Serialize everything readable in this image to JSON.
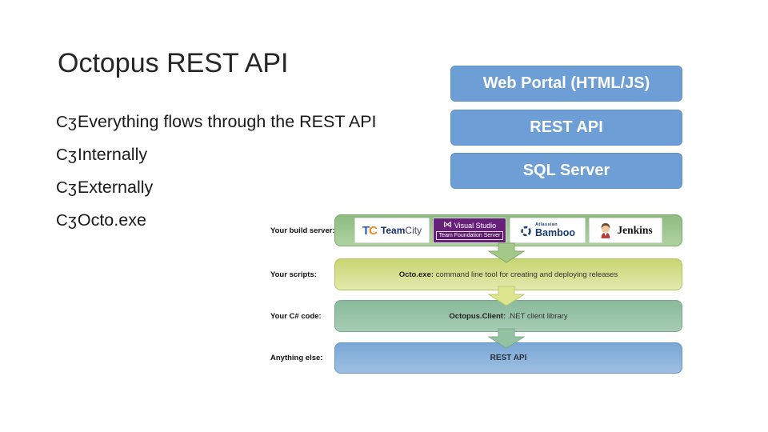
{
  "slide": {
    "title": "Octopus REST API",
    "bullet_glyph": "Cʒ",
    "bullets": [
      "Everything flows through the REST API",
      "Internally",
      "Externally",
      "Octo.exe"
    ]
  },
  "stack": {
    "boxes": [
      {
        "label": "Web Portal (HTML/JS)"
      },
      {
        "label": "REST API"
      },
      {
        "label": "SQL Server"
      }
    ],
    "box_color": "#6d9ed6",
    "text_color": "#ffffff"
  },
  "flow": {
    "rows": [
      {
        "label": "Your build server:"
      },
      {
        "label": "Your scripts:",
        "bold": "Octo.exe:",
        "text": " command line tool for creating and deploying releases"
      },
      {
        "label": "Your C# code:",
        "bold": "Octopus.Client:",
        "text": " .NET client library"
      },
      {
        "label": "Anything else:",
        "bold": "REST API"
      }
    ],
    "logos": {
      "teamcity": {
        "mark_t": "T",
        "mark_c": "C",
        "name_bold": "Team",
        "name_rest": "City"
      },
      "visual_studio": {
        "glyph": "⋈",
        "line1": "Visual Studio",
        "line2": "Team Foundation Server"
      },
      "bamboo": {
        "brand": "Atlassian",
        "name": "Bamboo"
      },
      "jenkins": {
        "name": "Jenkins"
      }
    },
    "colors": {
      "row_build_green": "#9ac48c",
      "row_scripts_yellow": "#d2dd85",
      "row_code_teal": "#93bfa5",
      "row_rest_blue": "#85aed9",
      "arrow_green": "#a3c98a",
      "arrow_yellow": "#dde68f",
      "arrow_teal": "#93c2a3",
      "vs_purple": "#68217a",
      "teamcity_orange": "#ef8a1d",
      "teamcity_blue": "#2f5bc0",
      "bamboo_navy": "#1c3d72"
    }
  }
}
